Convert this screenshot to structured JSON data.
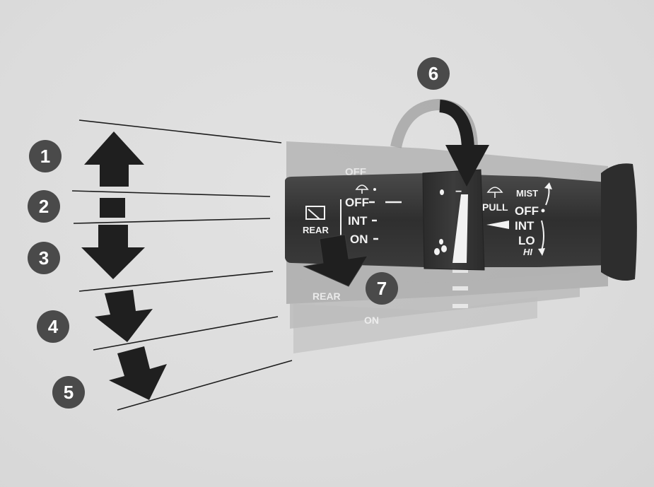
{
  "callouts": [
    "1",
    "2",
    "3",
    "4",
    "5",
    "6",
    "7"
  ],
  "lever": {
    "front_icon_label": "REAR",
    "front_positions": [
      "OFF",
      "INT",
      "ON"
    ],
    "ghost_labels": [
      "OFF",
      "REAR",
      "ON"
    ],
    "pull_label": "PULL",
    "ring_minus": "−",
    "ring_plus": "+",
    "speed_positions": [
      "MIST",
      "OFF",
      "INT",
      "LO",
      "HI"
    ]
  },
  "colors": {
    "background": "#dedede",
    "lever_dark": "#3d3d3d",
    "lever_ghost": "#9a9a9a",
    "arrow": "#1f1f1f",
    "callout_circle": "#4a4a4a",
    "text_white": "#ffffff"
  }
}
